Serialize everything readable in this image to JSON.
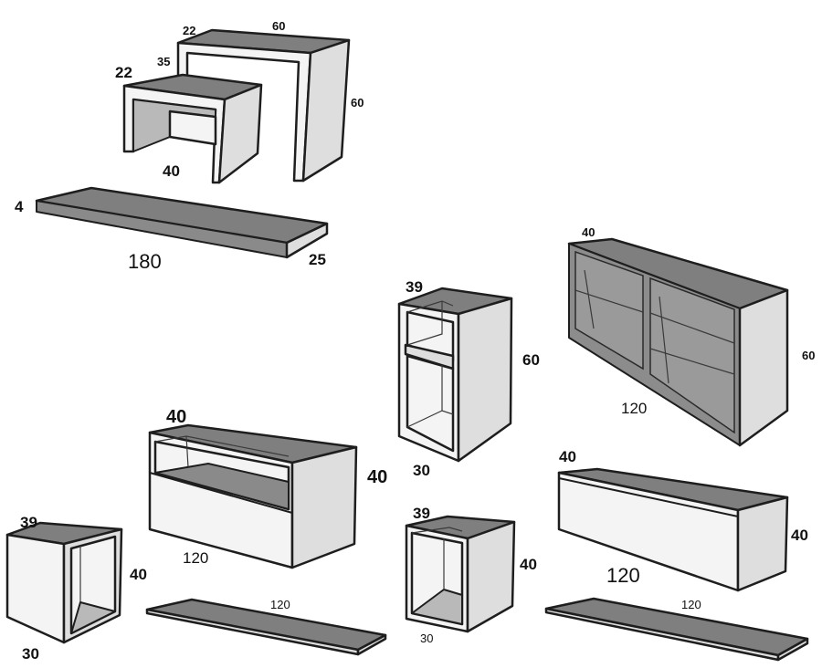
{
  "diagram": {
    "items": [
      {
        "name": "nesting-tables",
        "dimensions": {
          "large_depth": "22",
          "large_width": "60",
          "large_height": "60",
          "small_depth": "22",
          "small_height": "35",
          "small_width": "40"
        }
      },
      {
        "name": "long-shelf",
        "dimensions": {
          "thickness": "4",
          "length": "180",
          "depth": "25"
        }
      },
      {
        "name": "tall-open-cabinet",
        "dimensions": {
          "depth": "39",
          "height": "60",
          "width": "30"
        }
      },
      {
        "name": "glass-door-cabinet",
        "dimensions": {
          "depth": "40",
          "height": "60",
          "width": "120"
        }
      },
      {
        "name": "open-drawer-unit",
        "dimensions": {
          "depth": "40",
          "height": "40",
          "width": "120"
        }
      },
      {
        "name": "small-cube-left",
        "dimensions": {
          "depth": "39",
          "height": "40",
          "width": "30"
        }
      },
      {
        "name": "floating-shelf-left",
        "dimensions": {
          "length": "120"
        }
      },
      {
        "name": "small-cube-center",
        "dimensions": {
          "depth": "39",
          "height": "40",
          "width": "30"
        }
      },
      {
        "name": "closed-wall-unit",
        "dimensions": {
          "depth": "40",
          "height": "40",
          "width": "120"
        }
      },
      {
        "name": "floating-shelf-right",
        "dimensions": {
          "length": "120"
        }
      }
    ]
  }
}
